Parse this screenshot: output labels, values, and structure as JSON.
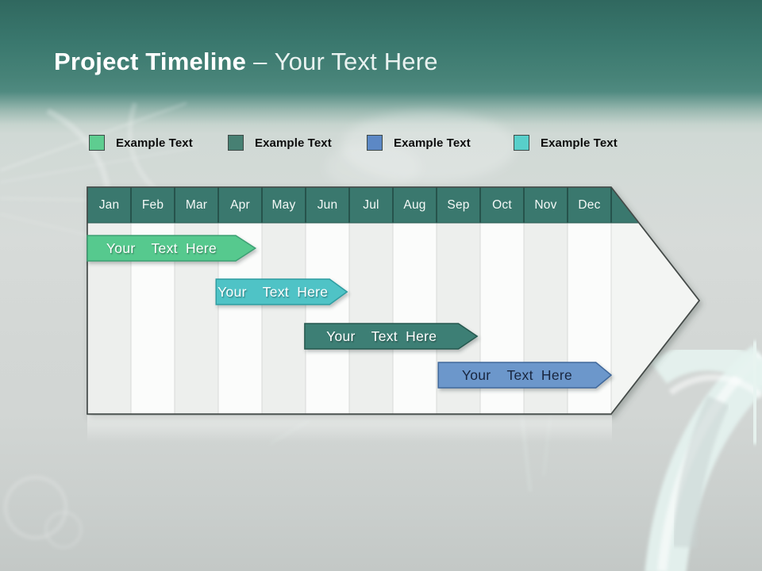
{
  "slide": {
    "title": {
      "primary": "Project Timeline",
      "dash": "–",
      "secondary": "Your Text Here"
    }
  },
  "legend": {
    "items": [
      {
        "label": "Example Text",
        "color": "#5ecd90"
      },
      {
        "label": "Example Text",
        "color": "#478073"
      },
      {
        "label": "Example Text",
        "color": "#5c88c5"
      },
      {
        "label": "Example Text",
        "color": "#58cfca"
      }
    ]
  },
  "chart_data": {
    "type": "gantt-timeline",
    "title": "Project Timeline – Your Text Here",
    "categories": [
      "Jan",
      "Feb",
      "Mar",
      "Apr",
      "May",
      "Jun",
      "Jul",
      "Aug",
      "Sep",
      "Oct",
      "Nov",
      "Dec"
    ],
    "axis": {
      "unit": "month",
      "range": [
        0,
        12
      ]
    },
    "header_color": "#3a786e",
    "stripe_colors": [
      "#edefed",
      "#fbfcfb"
    ],
    "arrow_fill": "#f3f5f3",
    "bars": [
      {
        "label": "Your  Text Here",
        "row": 0,
        "start": 0.0,
        "end": 3.4,
        "tip_end": 3.85,
        "start_month": "Jan",
        "end_month": "Apr",
        "fill": "#56c98e",
        "border": "#3c9f73",
        "text_color": "#ffffff"
      },
      {
        "label": "Your  Text Here",
        "row": 1,
        "start": 2.95,
        "end": 5.55,
        "tip_end": 5.95,
        "start_month": "Apr",
        "end_month": "Jun",
        "fill": "#4fc3c6",
        "border": "#2e9da1",
        "text_color": "#ffffff"
      },
      {
        "label": "Your  Text Here",
        "row": 2,
        "start": 4.98,
        "end": 8.5,
        "tip_end": 8.93,
        "start_month": "Jun",
        "end_month": "Sep",
        "fill": "#3d7f74",
        "border": "#26594f",
        "text_color": "#ffffff"
      },
      {
        "label": "Your  Text Here",
        "row": 3,
        "start": 8.04,
        "end": 11.65,
        "tip_end": 12.0,
        "start_month": "Sep",
        "end_month": "Dec",
        "fill": "#6c97cb",
        "border": "#40689b",
        "text_color": "#18253e"
      }
    ]
  }
}
